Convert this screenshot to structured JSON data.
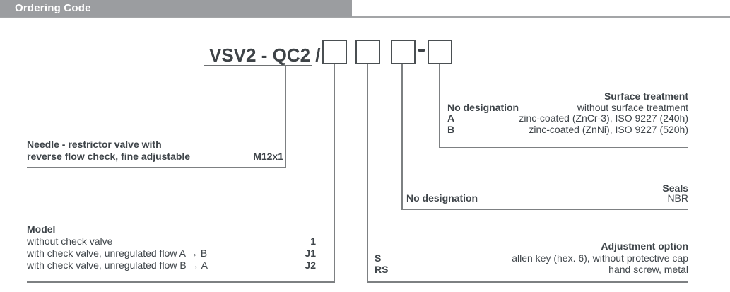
{
  "header": {
    "title": "Ordering Code"
  },
  "diagram": {
    "code": "VSV2 - QC2 /",
    "valve": {
      "line1": "Needle - restrictor valve with",
      "line2": "reverse flow check, fine adjustable",
      "value": "M12x1"
    },
    "model": {
      "title": "Model",
      "rows": [
        {
          "label": "without check valve",
          "value": "1"
        },
        {
          "label": "with check valve, unregulated flow A → B",
          "value": "J1"
        },
        {
          "label": "with check valve, unregulated flow B → A",
          "value": "J2"
        }
      ]
    },
    "adjustment": {
      "title": "Adjustment option",
      "rows": [
        {
          "code": "S",
          "desc": "allen key (hex. 6), without protective cap"
        },
        {
          "code": "RS",
          "desc": "hand screw, metal"
        }
      ]
    },
    "seals": {
      "title": "Seals",
      "rows": [
        {
          "code": "No designation",
          "desc": "NBR"
        }
      ]
    },
    "surface": {
      "title": "Surface treatment",
      "rows": [
        {
          "code": "No designation",
          "desc": "without surface treatment"
        },
        {
          "code": "A",
          "desc": "zinc-coated (ZnCr-3), ISO 9227 (240h)"
        },
        {
          "code": "B",
          "desc": "zinc-coated (ZnNi), ISO 9227 (520h)"
        }
      ]
    }
  },
  "colors": {
    "header_bar": "#9b9da0",
    "header_text": "#ffffff",
    "body_text": "#3f454a",
    "connector_line": "#7d8082",
    "box_border": "#4a4f52"
  }
}
